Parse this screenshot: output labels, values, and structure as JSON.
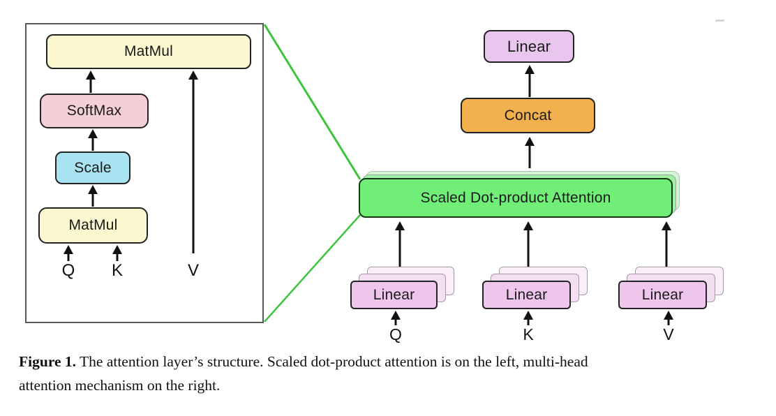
{
  "figure": {
    "left_panel": {
      "boxes": {
        "matmul_top": "MatMul",
        "softmax": "SoftMax",
        "scale": "Scale",
        "matmul_bottom": "MatMul"
      },
      "inputs": {
        "q": "Q",
        "k": "K",
        "v": "V"
      }
    },
    "right_panel": {
      "boxes": {
        "linear_out": "Linear",
        "concat": "Concat",
        "attention": "Scaled Dot-product Attention",
        "linear_q": "Linear",
        "linear_k": "Linear",
        "linear_v": "Linear"
      },
      "inputs": {
        "q": "Q",
        "k": "K",
        "v": "V"
      }
    },
    "colors": {
      "matmul_yellow": "#fbf8d0",
      "softmax_pink": "#f4cfd6",
      "scale_cyan": "#a9e2f1",
      "linear_purple": "#e9c6ee",
      "linear_pink": "#eec6ec",
      "concat_orange": "#f2b04e",
      "attention_green": "#70ee78",
      "connector_green": "#3cc43c",
      "arrow_black": "#111111",
      "panel_border_gray": "#595959"
    }
  },
  "caption": {
    "label": "Figure 1.",
    "line1": "The attention layer’s structure.  Scaled dot-product attention is on the left, multi-head",
    "line2": "attention mechanism on the right."
  }
}
